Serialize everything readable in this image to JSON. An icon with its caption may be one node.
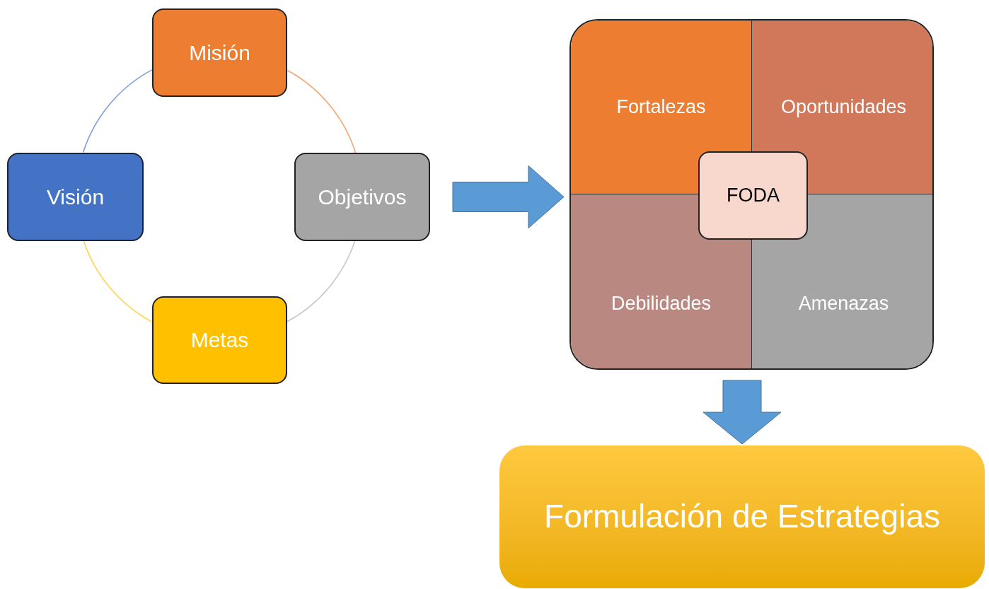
{
  "diagram": {
    "nodes": [
      {
        "text": [
          "Misión"
        ]
      },
      {
        "text": [
          "Objetivos"
        ]
      },
      {
        "text": [
          "Metas"
        ]
      },
      {
        "text": [
          "Visión"
        ]
      },
      {
        "text": [],
        "shape": "box"
      },
      {
        "text": [
          "Fortalezas"
        ],
        "in": 4
      },
      {
        "text": [
          "Oportunidades"
        ],
        "in": 4
      },
      {
        "text": [
          "Debilidades"
        ],
        "in": 4
      },
      {
        "text": [
          "Amenazas"
        ],
        "in": 4
      },
      {
        "text": [
          "FODA"
        ],
        "in": 4
      },
      {
        "text": [
          "Formulación de Estrategias"
        ]
      }
    ],
    "edges": [
      {
        "from": 0,
        "to": 1,
        "arrow": "none",
        "color": "#f4a572"
      },
      {
        "from": 1,
        "to": 2,
        "arrow": "none",
        "color": "#c8c8c8"
      },
      {
        "from": 2,
        "to": 3,
        "arrow": "none",
        "color": "#ffd34d"
      },
      {
        "from": 3,
        "to": 0,
        "arrow": "none",
        "color": "#7f9fd8"
      },
      {
        "from": 1,
        "to": 4,
        "arrow": "to",
        "style": "thick",
        "color": "#5b9bd5"
      },
      {
        "from": 4,
        "to": 10,
        "arrow": "to",
        "style": "thick",
        "color": "#5b9bd5"
      }
    ]
  }
}
